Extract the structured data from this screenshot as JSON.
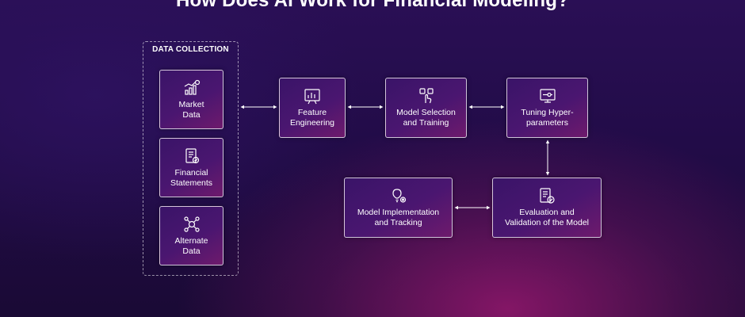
{
  "title": "How Does AI Work for Financial Modeling?",
  "group": {
    "title": "DATA COLLECTION"
  },
  "nodes": {
    "market_data": {
      "label": "Market\nData",
      "icon": "market-chart-icon"
    },
    "financial_statements": {
      "label": "Financial\nStatements",
      "icon": "statement-report-icon"
    },
    "alternate_data": {
      "label": "Alternate\nData",
      "icon": "network-hub-icon"
    },
    "feature_engineering": {
      "label": "Feature\nEngineering",
      "icon": "analytics-board-icon"
    },
    "model_selection": {
      "label": "Model Selection\nand Training",
      "icon": "click-select-icon"
    },
    "tuning": {
      "label": "Tuning Hyper-\nparameters",
      "icon": "monitor-settings-icon"
    },
    "evaluation": {
      "label": "Evaluation and\nValidation of the Model",
      "icon": "checklist-icon"
    },
    "implementation": {
      "label": "Model Implementation\nand Tracking",
      "icon": "bulb-gear-icon"
    }
  },
  "colors": {
    "node_border": "#ffffff",
    "node_fill_start": "#3a1468",
    "node_fill_end": "#6e1a6c",
    "connector": "#ffffff"
  }
}
